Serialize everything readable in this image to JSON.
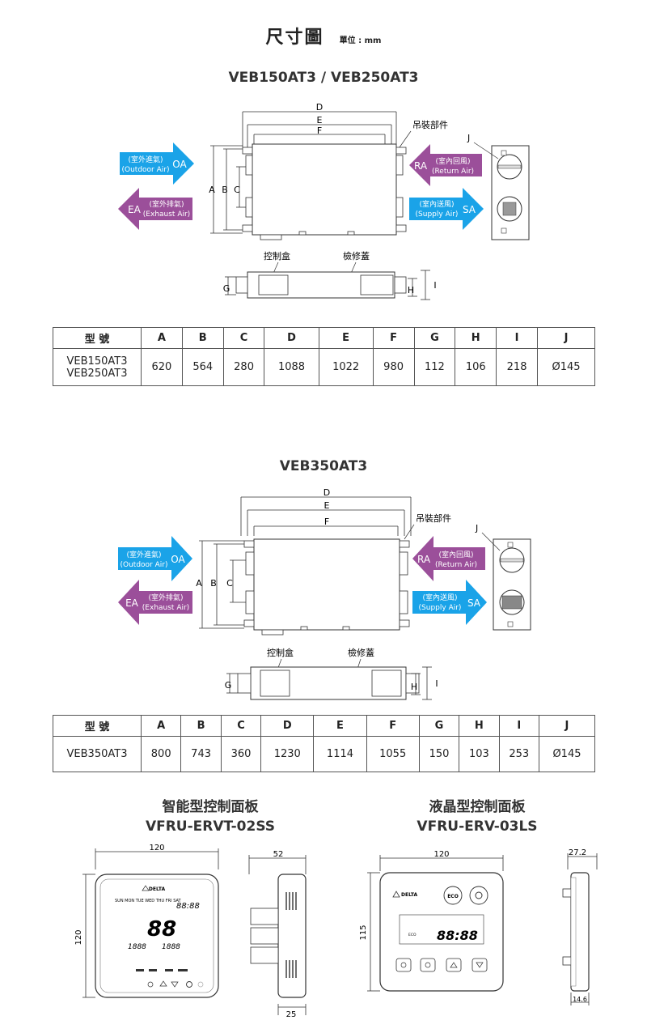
{
  "header": {
    "title": "尺寸圖",
    "unit": "單位 : mm"
  },
  "section1": {
    "model_title": "VEB150AT3 / VEB250AT3",
    "labels": {
      "D": "D",
      "E": "E",
      "F": "F",
      "A": "A",
      "B": "B",
      "C": "C",
      "G": "G",
      "H": "H",
      "I": "I",
      "J": "J",
      "hanger": "吊裝部件",
      "control_box": "控制盒",
      "access_cover": "檢修蓋"
    },
    "arrows": {
      "oa_code": "OA",
      "oa_cn": "(室外進氣)",
      "oa_en": "(Outdoor Air)",
      "ea_code": "EA",
      "ea_cn": "(室外排氣)",
      "ea_en": "(Exhaust Air)",
      "ra_code": "RA",
      "ra_cn": "(室內回風)",
      "ra_en": "(Return Air)",
      "sa_code": "SA",
      "sa_cn": "(室內送風)",
      "sa_en": "(Supply Air)"
    },
    "table": {
      "headers": [
        "型 號",
        "A",
        "B",
        "C",
        "D",
        "E",
        "F",
        "G",
        "H",
        "I",
        "J"
      ],
      "model_line1": "VEB150AT3",
      "model_line2": "VEB250AT3",
      "values": [
        "620",
        "564",
        "280",
        "1088",
        "1022",
        "980",
        "112",
        "106",
        "218",
        "Ø145"
      ]
    }
  },
  "section2": {
    "model_title": "VEB350AT3",
    "labels": {
      "D": "D",
      "E": "E",
      "F": "F",
      "A": "A",
      "B": "B",
      "C": "C",
      "G": "G",
      "H": "H",
      "I": "I",
      "J": "J",
      "hanger": "吊裝部件",
      "control_box": "控制盒",
      "access_cover": "檢修蓋"
    },
    "arrows": {
      "oa_code": "OA",
      "oa_cn": "(室外進氣)",
      "oa_en": "(Outdoor Air)",
      "ea_code": "EA",
      "ea_cn": "(室外排氣)",
      "ea_en": "(Exhaust Air)",
      "ra_code": "RA",
      "ra_cn": "(室內回風)",
      "ra_en": "(Return Air)",
      "sa_code": "SA",
      "sa_cn": "(室內送風)",
      "sa_en": "(Supply Air)"
    },
    "table": {
      "headers": [
        "型 號",
        "A",
        "B",
        "C",
        "D",
        "E",
        "F",
        "G",
        "H",
        "I",
        "J"
      ],
      "model": "VEB350AT3",
      "values": [
        "800",
        "743",
        "360",
        "1230",
        "1114",
        "1055",
        "150",
        "103",
        "253",
        "Ø145"
      ]
    }
  },
  "panels": {
    "smart": {
      "title_cn": "智能型控制面板",
      "model": "VFRU-ERVT-02SS",
      "dim_width": "120",
      "dim_height": "120",
      "dim_depth": "52",
      "dim_base": "25",
      "days": "SUN MON TUE WED THU FRI SAT",
      "clock": "88:88",
      "temp": "88",
      "left_num": "1888",
      "right_num": "1888",
      "brand": "DELTA"
    },
    "lcd": {
      "title_cn": "液晶型控制面板",
      "model": "VFRU-ERV-03LS",
      "dim_width": "120",
      "dim_height": "115",
      "dim_depth": "27.2",
      "dim_base": "14.6",
      "brand": "DELTA",
      "eco": "ECO",
      "clock": "88:88"
    }
  },
  "colors": {
    "blue": "#1aa3e8",
    "purple": "#9b4f9a",
    "line": "#333333"
  }
}
